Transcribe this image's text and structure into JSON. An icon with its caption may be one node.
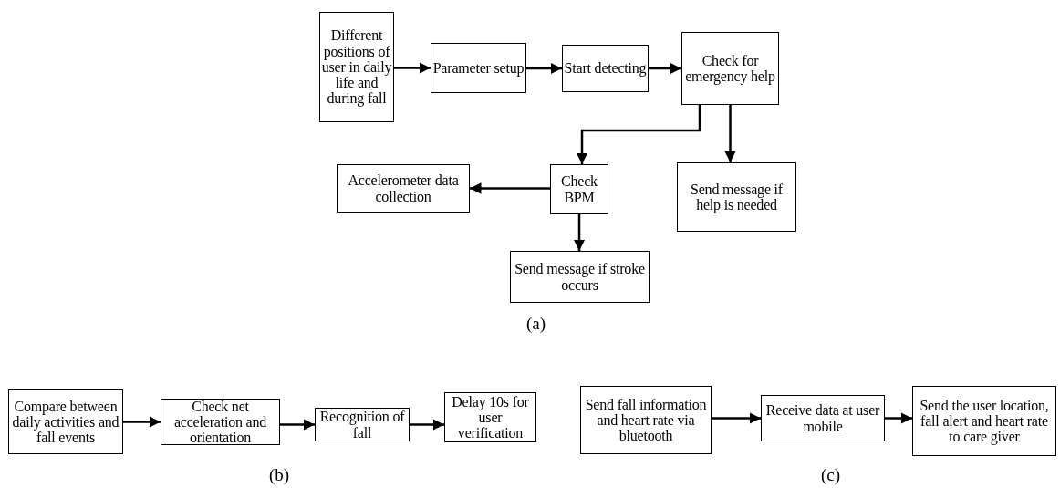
{
  "diagram": {
    "nodes": [
      {
        "text": [
          "Different positions of user in daily life and during fall"
        ]
      },
      {
        "text": [
          "Parameter setup"
        ]
      },
      {
        "text": [
          "Start detecting"
        ]
      },
      {
        "text": [
          "Check for emergency help"
        ]
      },
      {
        "text": [
          "Accelerometer data collection"
        ]
      },
      {
        "text": [
          "Check BPM"
        ]
      },
      {
        "text": [
          "Send message if help is needed"
        ]
      },
      {
        "text": [
          "Send message if stroke occurs"
        ]
      },
      {
        "text": [
          "Compare between daily activities and fall events"
        ]
      },
      {
        "text": [
          "Check net acceleration and orientation"
        ]
      },
      {
        "text": [
          "Recognition of fall"
        ]
      },
      {
        "text": [
          "Delay 10s for user verification"
        ]
      },
      {
        "text": [
          "Send fall information and heart rate via bluetooth"
        ]
      },
      {
        "text": [
          "Receive data at user mobile"
        ]
      },
      {
        "text": [
          "Send the user location, fall alert and heart rate to care giver"
        ]
      }
    ],
    "edges": [
      {
        "from": 0,
        "to": 1,
        "arrow": "to"
      },
      {
        "from": 1,
        "to": 2,
        "arrow": "to"
      },
      {
        "from": 2,
        "to": 3,
        "arrow": "to"
      },
      {
        "from": 3,
        "to": 5,
        "arrow": "to"
      },
      {
        "from": 3,
        "to": 6,
        "arrow": "to"
      },
      {
        "from": 5,
        "to": 4,
        "arrow": "to"
      },
      {
        "from": 5,
        "to": 7,
        "arrow": "to"
      },
      {
        "from": 8,
        "to": 9,
        "arrow": "to"
      },
      {
        "from": 9,
        "to": 10,
        "arrow": "to"
      },
      {
        "from": 10,
        "to": 11,
        "arrow": "to"
      },
      {
        "from": 12,
        "to": 13,
        "arrow": "to"
      },
      {
        "from": 13,
        "to": 14,
        "arrow": "to"
      }
    ],
    "labels": [
      "(a)",
      "(b)",
      "(c)"
    ]
  }
}
